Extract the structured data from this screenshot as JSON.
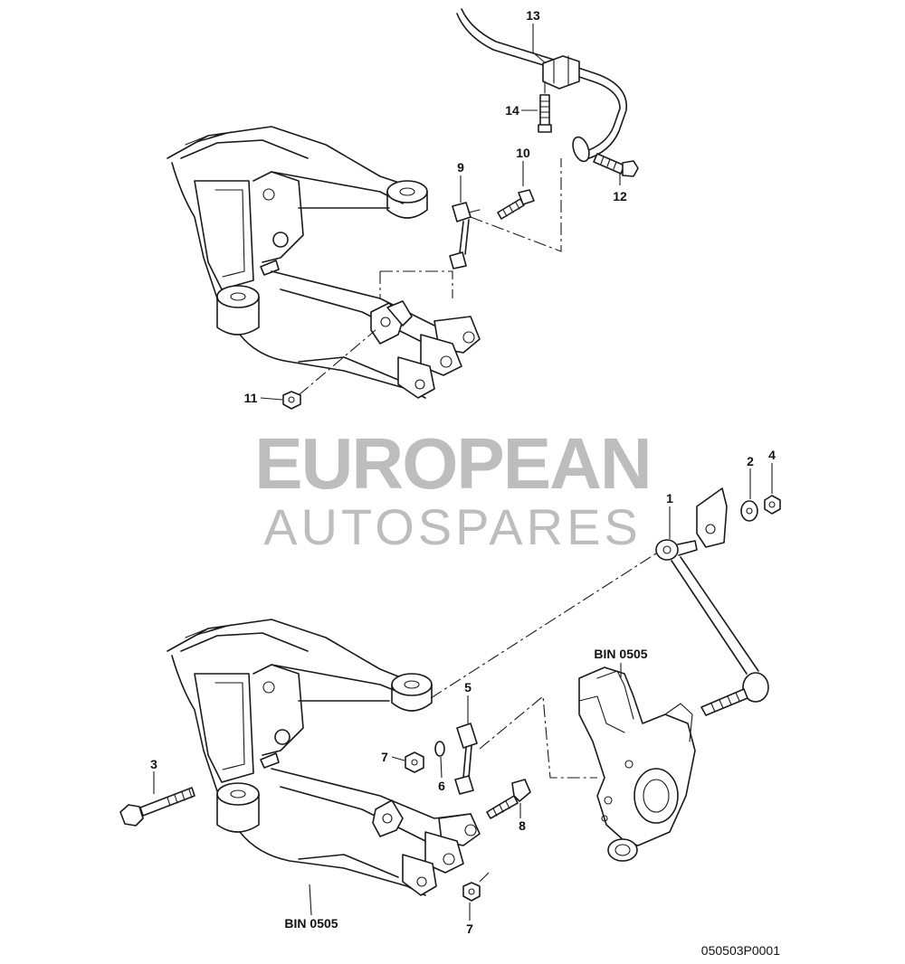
{
  "watermark": {
    "line1": "EUROPEAN",
    "line2": "AUTOSPARES",
    "color": "#9a9a9a"
  },
  "callouts": {
    "c1": "1",
    "c2": "2",
    "c3": "3",
    "c4": "4",
    "c5": "5",
    "c6": "6",
    "c7a": "7",
    "c7b": "7",
    "c8": "8",
    "c9": "9",
    "c10": "10",
    "c11": "11",
    "c12": "12",
    "c13": "13",
    "c14": "14"
  },
  "references": {
    "bin_knuckle": "BIN 0505",
    "bin_wishbone": "BIN 0505"
  },
  "document_id": "050503P0001"
}
